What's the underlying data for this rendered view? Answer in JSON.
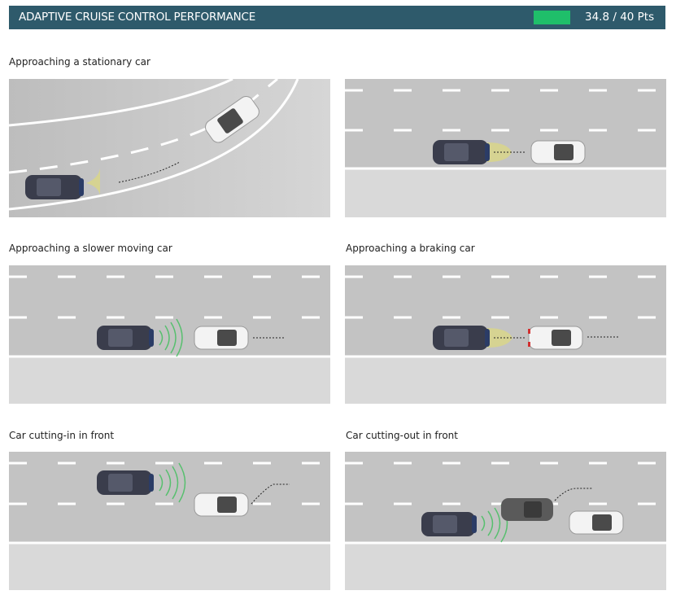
{
  "header": {
    "title": "ADAPTIVE CRUISE CONTROL PERFORMANCE",
    "score_fraction": 0.87,
    "score_text": "34.8 / 40  Pts",
    "accent_color": "#1fbf6a",
    "bar_color": "#2e5a6b"
  },
  "scenarios": [
    {
      "id": "stationary",
      "label": "Approaching a stationary car"
    },
    {
      "id": "straight-stationary",
      "label": ""
    },
    {
      "id": "slower",
      "label": "Approaching a slower moving car"
    },
    {
      "id": "braking",
      "label": "Approaching a braking car"
    },
    {
      "id": "cut-in",
      "label": "Car cutting-in in front"
    },
    {
      "id": "cut-out",
      "label": "Car cutting-out in front"
    }
  ]
}
